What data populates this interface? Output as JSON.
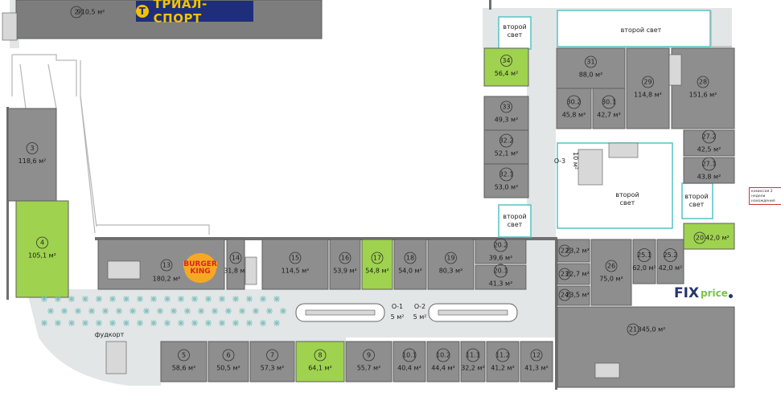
{
  "brands": {
    "trial_sport": "ТРИАЛ-СПОРТ",
    "burger_king_line1": "BURGER",
    "burger_king_line2": "KING",
    "fix_price": "FIX",
    "fix_price_suffix": "price"
  },
  "labels": {
    "second_light": "второй свет",
    "food_court": "фудкорт",
    "note": "комиссия 2 недели нахождения"
  },
  "colors": {
    "unit": "#8e8e8e",
    "unit_free": "#9fd24e",
    "corridor": "#e3e6e6",
    "void_border": "#56c3c3"
  },
  "units": [
    {
      "id": "u2",
      "num": "2",
      "area": "910,5 м²",
      "status": "leased"
    },
    {
      "id": "u3",
      "num": "3",
      "area": "118,6 м²",
      "status": "leased"
    },
    {
      "id": "u4",
      "num": "4",
      "area": "105,1 м²",
      "status": "free"
    },
    {
      "id": "u13",
      "num": "13",
      "area": "180,2 м²",
      "status": "leased"
    },
    {
      "id": "u14",
      "num": "14",
      "area": "31,8 м²",
      "status": "leased"
    },
    {
      "id": "u15",
      "num": "15",
      "area": "114,5 м²",
      "status": "leased"
    },
    {
      "id": "u16",
      "num": "16",
      "area": "53,9 м²",
      "status": "leased"
    },
    {
      "id": "u17",
      "num": "17",
      "area": "54,8 м²",
      "status": "free"
    },
    {
      "id": "u18",
      "num": "18",
      "area": "54,0 м²",
      "status": "leased"
    },
    {
      "id": "u19",
      "num": "19",
      "area": "80,3 м²",
      "status": "leased"
    },
    {
      "id": "u20_2",
      "num": "20.2",
      "area": "39,6 м²",
      "status": "leased"
    },
    {
      "id": "u20_1",
      "num": "20.1",
      "area": "41,3 м²",
      "status": "leased"
    },
    {
      "id": "u5",
      "num": "5",
      "area": "58,6 м²",
      "status": "leased"
    },
    {
      "id": "u6",
      "num": "6",
      "area": "50,5 м²",
      "status": "leased"
    },
    {
      "id": "u7",
      "num": "7",
      "area": "57,3 м²",
      "status": "leased"
    },
    {
      "id": "u8",
      "num": "8",
      "area": "64,1 м²",
      "status": "free"
    },
    {
      "id": "u9",
      "num": "9",
      "area": "55,7 м²",
      "status": "leased"
    },
    {
      "id": "u10_1",
      "num": "10.1",
      "area": "40,4 м²",
      "status": "leased"
    },
    {
      "id": "u10_2",
      "num": "10.2",
      "area": "44,4 м²",
      "status": "leased"
    },
    {
      "id": "u11_1",
      "num": "11.1",
      "area": "32,2 м²",
      "status": "leased"
    },
    {
      "id": "u11_2",
      "num": "11.2",
      "area": "41,2 м²",
      "status": "leased"
    },
    {
      "id": "u12",
      "num": "12",
      "area": "41,3 м²",
      "status": "leased"
    },
    {
      "id": "u34",
      "num": "34",
      "area": "56,4 м²",
      "status": "free"
    },
    {
      "id": "u33",
      "num": "33",
      "area": "49,3 м²",
      "status": "leased"
    },
    {
      "id": "u32_2",
      "num": "32.2",
      "area": "52,1 м²",
      "status": "leased"
    },
    {
      "id": "u32_1",
      "num": "32.1",
      "area": "53,0 м²",
      "status": "leased"
    },
    {
      "id": "u31",
      "num": "31",
      "area": "88,0 м²",
      "status": "leased"
    },
    {
      "id": "u30_2",
      "num": "30.2",
      "area": "45,8 м²",
      "status": "leased"
    },
    {
      "id": "u30_1",
      "num": "30.1",
      "area": "42,7 м²",
      "status": "leased"
    },
    {
      "id": "u29",
      "num": "29",
      "area": "114,8 м²",
      "status": "leased"
    },
    {
      "id": "u28",
      "num": "28",
      "area": "151,6 м²",
      "status": "leased"
    },
    {
      "id": "u27_2",
      "num": "27.2",
      "area": "42,5 м²",
      "status": "leased"
    },
    {
      "id": "u27_1",
      "num": "27.1",
      "area": "43,8 м²",
      "status": "leased"
    },
    {
      "id": "u20",
      "num": "20",
      "area": "42,0 м²",
      "status": "free"
    },
    {
      "id": "u22",
      "num": "22",
      "area": "23,2 м²",
      "status": "leased"
    },
    {
      "id": "u23",
      "num": "23",
      "area": "22,7 м²",
      "status": "leased"
    },
    {
      "id": "u24",
      "num": "24",
      "area": "23,5 м²",
      "status": "leased"
    },
    {
      "id": "u26",
      "num": "26",
      "area": "75,0 м²",
      "status": "leased"
    },
    {
      "id": "u25_1",
      "num": "25.1",
      "area": "62,0 м²",
      "status": "leased"
    },
    {
      "id": "u25_2",
      "num": "25.2",
      "area": "42,0 м²",
      "status": "leased"
    },
    {
      "id": "u21",
      "num": "21",
      "area": "345,0 м²",
      "status": "leased"
    }
  ],
  "service_units": [
    {
      "id": "o1",
      "num": "О-1",
      "area": "5 м²"
    },
    {
      "id": "o2",
      "num": "О-2",
      "area": "5 м²"
    },
    {
      "id": "o3",
      "num": "О-3",
      "area": "10 м²"
    }
  ]
}
